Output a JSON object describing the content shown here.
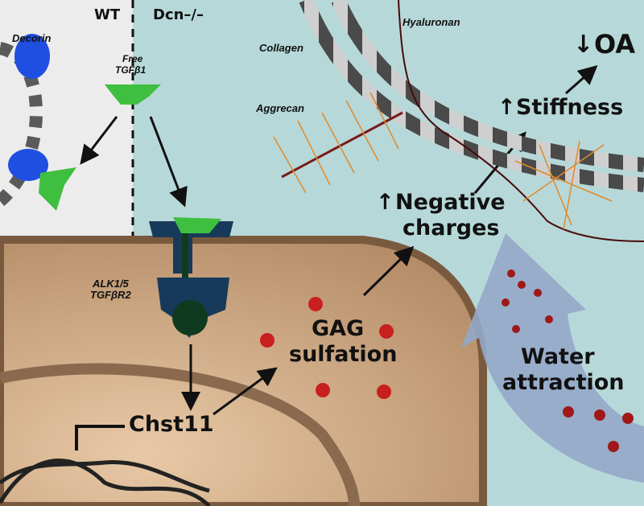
{
  "diagram": {
    "conditions": {
      "wt": "WT",
      "ko": "Dcn–/–"
    },
    "molecules": {
      "decorin": "Decorin",
      "free_tgfb1_line1": "Free",
      "free_tgfb1_line2": "TGFβ1",
      "collagen": "Collagen",
      "hyaluronan": "Hyaluronan",
      "aggrecan": "Aggrecan",
      "receptor_line1": "ALK1/5",
      "receptor_line2": "TGFβR2"
    },
    "process": {
      "gene": "Chst11",
      "gag_line1": "GAG",
      "gag_line2": "sulfation",
      "neg_line1": "Negative",
      "neg_line2": "charges",
      "stiffness": "Stiffness",
      "oa": "OA",
      "water_line1": "Water",
      "water_line2": "attraction"
    },
    "symbols": {
      "up": "↑",
      "down": "↓",
      "minus": "−"
    },
    "colors": {
      "wt_bg": "#ececec",
      "ko_bg": "#b7d8d9",
      "cell": "#c9a27e",
      "membrane": "#8a6a4e",
      "decorin": "#1f4fe0",
      "tgfb1": "#3fbf3f",
      "receptor": "#173a5a",
      "water_arrow": "#94a9c8",
      "aggrecan": "#e08a2a"
    }
  }
}
